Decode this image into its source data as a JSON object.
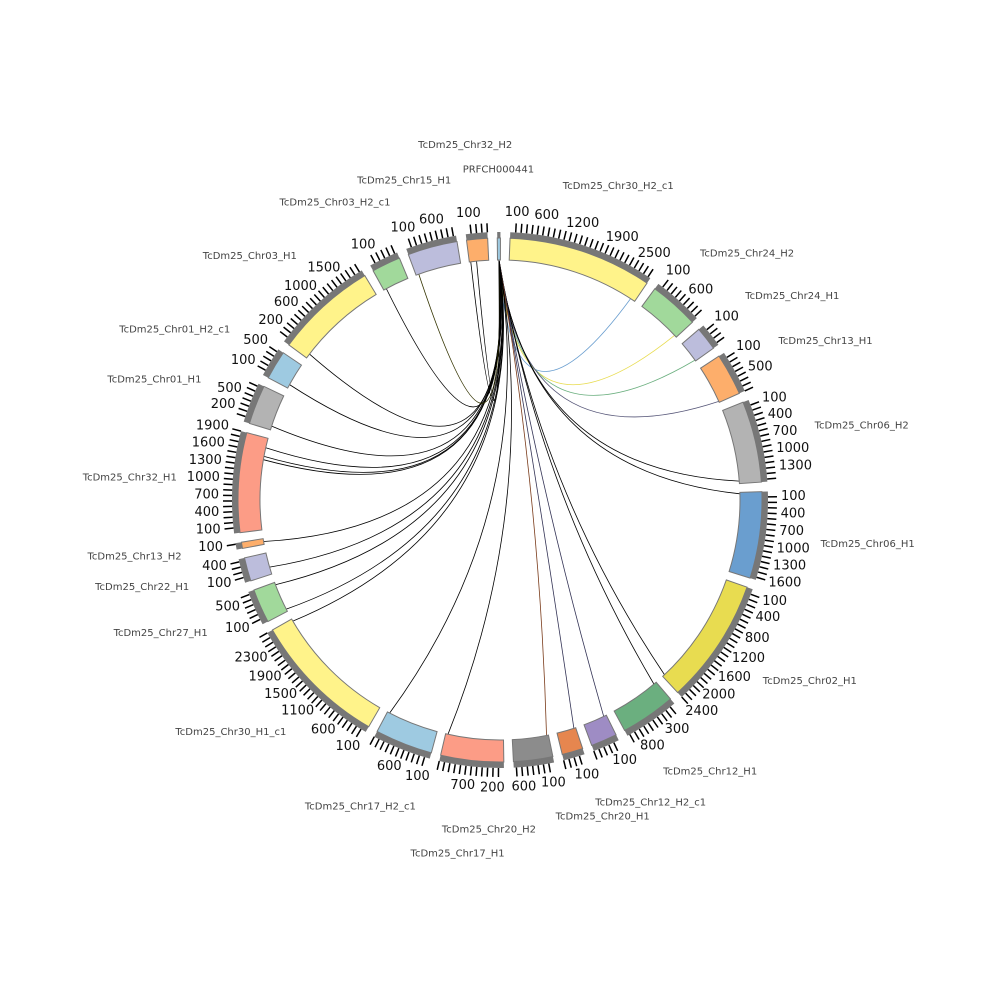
{
  "chart_data": {
    "type": "circos",
    "title": "",
    "unit_tick_interval": 100,
    "segments": [
      {
        "name": "PRFCH000441",
        "length": 60,
        "color": "#9ecae1"
      },
      {
        "name": "TcDm25_Chr30_H2_c1",
        "length": 2750,
        "color": "#fff38a"
      },
      {
        "name": "TcDm25_Chr24_H2",
        "length": 950,
        "color": "#a1d99b"
      },
      {
        "name": "TcDm25_Chr24_H1",
        "length": 450,
        "color": "#bcbddc"
      },
      {
        "name": "TcDm25_Chr13_H1",
        "length": 800,
        "color": "#fdae6b"
      },
      {
        "name": "TcDm25_Chr06_H2",
        "length": 1550,
        "color": "#b3b3b3"
      },
      {
        "name": "TcDm25_Chr06_H1",
        "length": 1650,
        "color": "#6a9ecf"
      },
      {
        "name": "TcDm25_Chr02_H1",
        "length": 2400,
        "color": "#e8dc50"
      },
      {
        "name": "TcDm25_Chr12_H1",
        "length": 1050,
        "color": "#6baf7f"
      },
      {
        "name": "TcDm25_Chr12_H2_c1",
        "length": 500,
        "color": "#9e8cc4"
      },
      {
        "name": "TcDm25_Chr20_H1",
        "length": 400,
        "color": "#e6864f"
      },
      {
        "name": "TcDm25_Chr20_H2",
        "length": 750,
        "color": "#8c8c8c"
      },
      {
        "name": "TcDm25_Chr17_H1",
        "length": 1200,
        "color": "#fc9c86"
      },
      {
        "name": "TcDm25_Chr17_H2_c1",
        "length": 1100,
        "color": "#9ecae1"
      },
      {
        "name": "TcDm25_Chr30_H1_c1",
        "length": 2600,
        "color": "#fff38a"
      },
      {
        "name": "TcDm25_Chr27_H1",
        "length": 650,
        "color": "#a1d99b"
      },
      {
        "name": "TcDm25_Chr22_H1",
        "length": 450,
        "color": "#bcbddc"
      },
      {
        "name": "TcDm25_Chr13_H2",
        "length": 120,
        "color": "#fdae6b"
      },
      {
        "name": "TcDm25_Chr32_H1",
        "length": 1900,
        "color": "#fc9c86"
      },
      {
        "name": "TcDm25_Chr01_H1",
        "length": 750,
        "color": "#b3b3b3"
      },
      {
        "name": "TcDm25_Chr01_H2_c1",
        "length": 550,
        "color": "#9ecae1"
      },
      {
        "name": "TcDm25_Chr03_H1",
        "length": 1950,
        "color": "#fff38a"
      },
      {
        "name": "TcDm25_Chr03_H2_c1",
        "length": 550,
        "color": "#a1d99b"
      },
      {
        "name": "TcDm25_Chr15_H1",
        "length": 950,
        "color": "#bcbddc"
      },
      {
        "name": "TcDm25_Chr32_H2",
        "length": 400,
        "color": "#fdae6b"
      }
    ],
    "links": [
      {
        "source": "PRFCH000441",
        "target": "TcDm25_Chr30_H2_c1",
        "position": 2650,
        "color": "#6a9ecf"
      },
      {
        "source": "PRFCH000441",
        "target": "TcDm25_Chr24_H2",
        "position": 900,
        "color": "#e8dc50"
      },
      {
        "source": "PRFCH000441",
        "target": "TcDm25_Chr24_H1",
        "position": 430,
        "color": "#6baf7f"
      },
      {
        "source": "PRFCH000441",
        "target": "TcDm25_Chr13_H1",
        "position": 780,
        "color": "#555577"
      },
      {
        "source": "PRFCH000441",
        "target": "TcDm25_Chr06_H2",
        "position": 1500,
        "color": "#000000"
      },
      {
        "source": "PRFCH000441",
        "target": "TcDm25_Chr06_H1",
        "position": 30,
        "color": "#000000"
      },
      {
        "source": "PRFCH000441",
        "target": "TcDm25_Chr02_H1",
        "position": 2350,
        "color": "#000000"
      },
      {
        "source": "PRFCH000441",
        "target": "TcDm25_Chr12_H1",
        "position": 60,
        "color": "#000000"
      },
      {
        "source": "PRFCH000441",
        "target": "TcDm25_Chr12_H2_c1",
        "position": 60,
        "color": "#333355"
      },
      {
        "source": "PRFCH000441",
        "target": "TcDm25_Chr20_H1",
        "position": 40,
        "color": "#333355"
      },
      {
        "source": "PRFCH000441",
        "target": "TcDm25_Chr20_H2",
        "position": 40,
        "color": "#7a3b1a"
      },
      {
        "source": "PRFCH000441",
        "target": "TcDm25_Chr17_H1",
        "position": 1150,
        "color": "#000000"
      },
      {
        "source": "PRFCH000441",
        "target": "TcDm25_Chr17_H2_c1",
        "position": 1050,
        "color": "#000000"
      },
      {
        "source": "PRFCH000441",
        "target": "TcDm25_Chr30_H1_c1",
        "position": 2550,
        "color": "#000000"
      },
      {
        "source": "PRFCH000441",
        "target": "TcDm25_Chr27_H1",
        "position": 600,
        "color": "#000000"
      },
      {
        "source": "PRFCH000441",
        "target": "TcDm25_Chr27_H1",
        "position": 50,
        "color": "#000000"
      },
      {
        "source": "PRFCH000441",
        "target": "TcDm25_Chr22_H1",
        "position": 150,
        "color": "#000000"
      },
      {
        "source": "PRFCH000441",
        "target": "TcDm25_Chr13_H2",
        "position": 60,
        "color": "#000000"
      },
      {
        "source": "PRFCH000441",
        "target": "TcDm25_Chr32_H1",
        "position": 1700,
        "color": "#000000"
      },
      {
        "source": "PRFCH000441",
        "target": "TcDm25_Chr32_H1",
        "position": 1520,
        "color": "#000000"
      },
      {
        "source": "PRFCH000441",
        "target": "TcDm25_Chr32_H1",
        "position": 1450,
        "color": "#000000"
      },
      {
        "source": "PRFCH000441",
        "target": "TcDm25_Chr01_H1",
        "position": 80,
        "color": "#000000"
      },
      {
        "source": "PRFCH000441",
        "target": "TcDm25_Chr01_H2_c1",
        "position": 80,
        "color": "#000000"
      },
      {
        "source": "PRFCH000441",
        "target": "TcDm25_Chr03_H1",
        "position": 100,
        "color": "#000000"
      },
      {
        "source": "PRFCH000441",
        "target": "TcDm25_Chr03_H2_c1",
        "position": 60,
        "color": "#000000"
      },
      {
        "source": "PRFCH000441",
        "target": "TcDm25_Chr15_H1",
        "position": 60,
        "color": "#333300"
      },
      {
        "source": "PRFCH000441",
        "target": "TcDm25_Chr32_H2",
        "position": 30,
        "color": "#000000"
      },
      {
        "source": "PRFCH000441",
        "target": "TcDm25_Chr32_H2",
        "position": 150,
        "color": "#000000"
      }
    ]
  }
}
